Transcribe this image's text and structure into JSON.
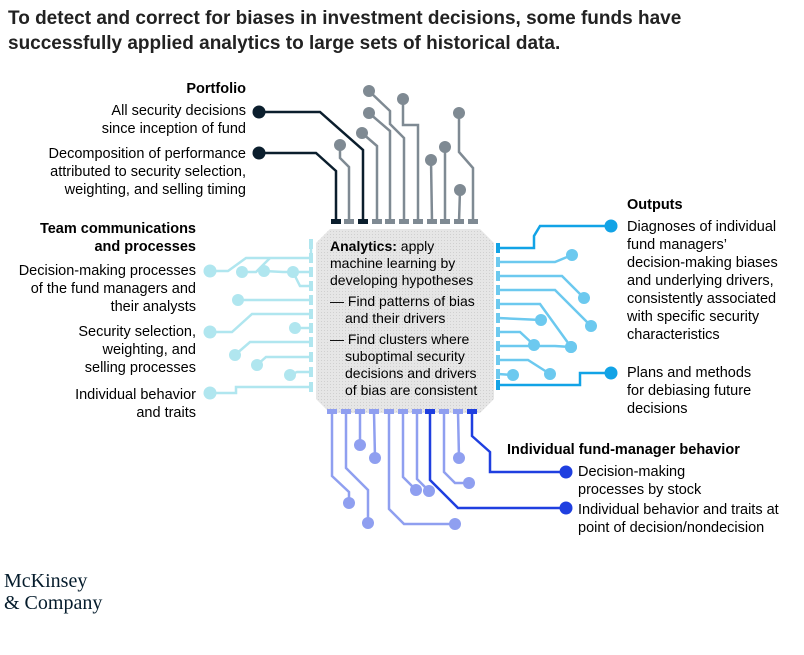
{
  "title": [
    "To detect and correct for biases in investment decisions, some funds have",
    "successfully applied analytics to large sets of historical data."
  ],
  "portfolio": {
    "heading": "Portfolio",
    "items": [
      [
        "All security decisions",
        "since inception of fund"
      ],
      [
        "Decomposition of performance",
        "attributed to security selection,",
        "weighting, and selling timing"
      ]
    ]
  },
  "team": {
    "heading": [
      "Team communications",
      "and processes"
    ],
    "items": [
      [
        "Decision-making processes",
        "of the fund managers and",
        "their analysts"
      ],
      [
        "Security selection,",
        "weighting, and",
        "selling processes"
      ],
      [
        "Individual behavior",
        "and traits"
      ]
    ]
  },
  "outputs": {
    "heading": "Outputs",
    "items": [
      [
        "Diagnoses of individual",
        "fund managers’",
        "decision-making biases",
        "and underlying drivers,",
        "consistently associated",
        "with specific security",
        "characteristics"
      ],
      [
        "Plans and methods",
        "for debiasing future",
        "decisions"
      ]
    ]
  },
  "behavior": {
    "heading": "Individual fund-manager behavior",
    "items": [
      [
        "Decision-making",
        "processes by stock"
      ],
      [
        "Individual behavior and traits at",
        "point of decision/nondecision"
      ]
    ]
  },
  "chip": {
    "heading": "Analytics:",
    "intro": " apply machine learning by developing hypotheses",
    "bullets": [
      "— Find patterns of bias and their drivers",
      "— Find clusters where suboptimal security decisions and drivers of bias are consistent"
    ]
  },
  "logo": [
    "McKinsey",
    "& Company"
  ],
  "colors": {
    "portfolio": "#0b1e2d",
    "gray": "#7f8a93",
    "team": "#b0e6ef",
    "outputs_light": "#6cc9ef",
    "outputs": "#12a3e6",
    "behavior_light": "#8f9ff0",
    "behavior": "#1f3fe0"
  }
}
